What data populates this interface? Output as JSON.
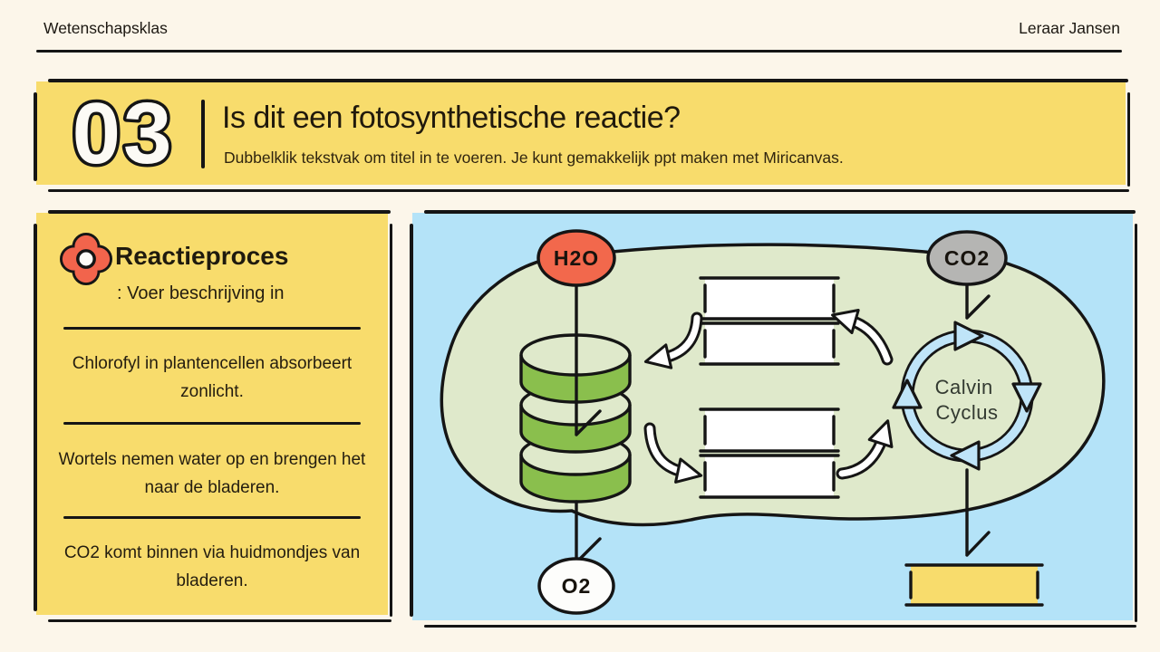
{
  "header": {
    "class_name": "Wetenschapsklas",
    "teacher_name": "Leraar Jansen"
  },
  "title_banner": {
    "number": "03",
    "title": "Is dit een fotosynthetische reactie?",
    "subtitle": "Dubbelklik tekstvak om titel in te voeren. Je kunt gemakkelijk ppt maken met Miricanvas."
  },
  "process_panel": {
    "icon": "flower-icon",
    "title": "Reactieproces",
    "subtitle": ": Voer beschrijving in",
    "steps": [
      "Chlorofyl in plantencellen absorbeert zonlicht.",
      "Wortels nemen water op en brengen het naar de bladeren.",
      "CO2 komt binnen via huidmondjes van bladeren."
    ]
  },
  "diagram": {
    "input_left": "H2O",
    "input_right": "CO2",
    "output_left": "O2",
    "cycle_label_line1": "Calvin",
    "cycle_label_line2": "Cyclus"
  },
  "colors": {
    "page_background": "#FCF6EA",
    "accent_yellow": "#F8DC6C",
    "panel_blue": "#B4E3F8",
    "cell_green": "#DFE9CB",
    "granum_green": "#8ABF4D",
    "h2o_red": "#F2684C",
    "co2_gray": "#B5B5B3",
    "cycle_blue": "#BFE4F8",
    "ink": "#151515"
  }
}
